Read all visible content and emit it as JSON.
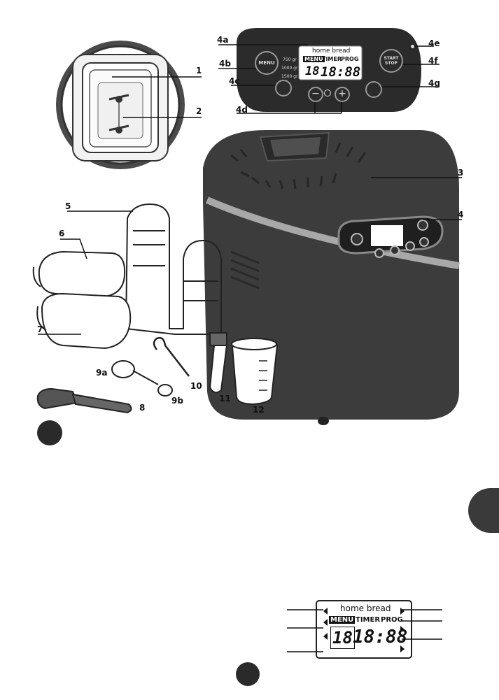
{
  "panel": {
    "lcd_title": "home bread",
    "lcd_menu": "MENU",
    "lcd_timer": "TIMER",
    "lcd_prog": "PROG",
    "lcd_program_digits": "18",
    "lcd_time_digits": "18:88",
    "menu_button": "MENU",
    "start_stop_top": "START",
    "start_stop_bottom": "STOP",
    "weight_750": "750 gr",
    "weight_1000": "1000 gr",
    "weight_1500": "1500 gr"
  },
  "callouts": {
    "c1": "1",
    "c2": "2",
    "c3": "3",
    "c4": "4",
    "c4a": "4a",
    "c4b": "4b",
    "c4c": "4c",
    "c4d": "4d",
    "c4e": "4e",
    "c4f": "4f",
    "c4g": "4g",
    "c5": "5",
    "c6": "6",
    "c7": "7",
    "c8": "8",
    "c9a": "9a",
    "c9b": "9b",
    "c10": "10",
    "c11": "11",
    "c12": "12"
  },
  "bottom_lcd": {
    "title": "home bread",
    "menu": "MENU",
    "timer": "TIMER",
    "prog": "PROG",
    "program_digits": "18",
    "time_digits": "18:88"
  },
  "colors": {
    "machine_body": "#3c3c3c",
    "panel": "#2b2b2b",
    "accent_band": "#a8a8a8",
    "lcd_bg": "#ffffff"
  }
}
